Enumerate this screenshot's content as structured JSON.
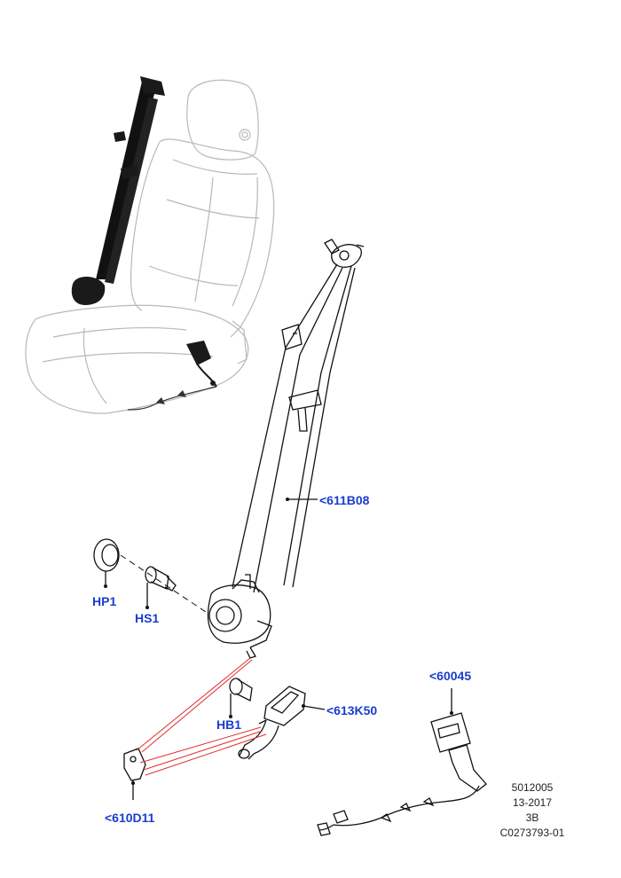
{
  "colors": {
    "callout": "#1a3dcc",
    "ink": "#111111",
    "ghost": "#b8b8b8",
    "leader_red": "#e03030"
  },
  "diagram": {
    "seat_illustration": "ghosted-seat-with-belt",
    "parts_illustration": "seat-belt-assembly-exploded"
  },
  "callouts": {
    "belt_assembly": "<611B08",
    "plug": "HP1",
    "bolt_upper": "HS1",
    "bolt_lower": "HB1",
    "buckle_stalk": "<613K50",
    "bracket": "<610D11",
    "buckle_harness": "<60045"
  },
  "reference": {
    "line1": "5012005",
    "line2": "13-2017",
    "line3": "3B",
    "line4": "C0273793-01"
  }
}
